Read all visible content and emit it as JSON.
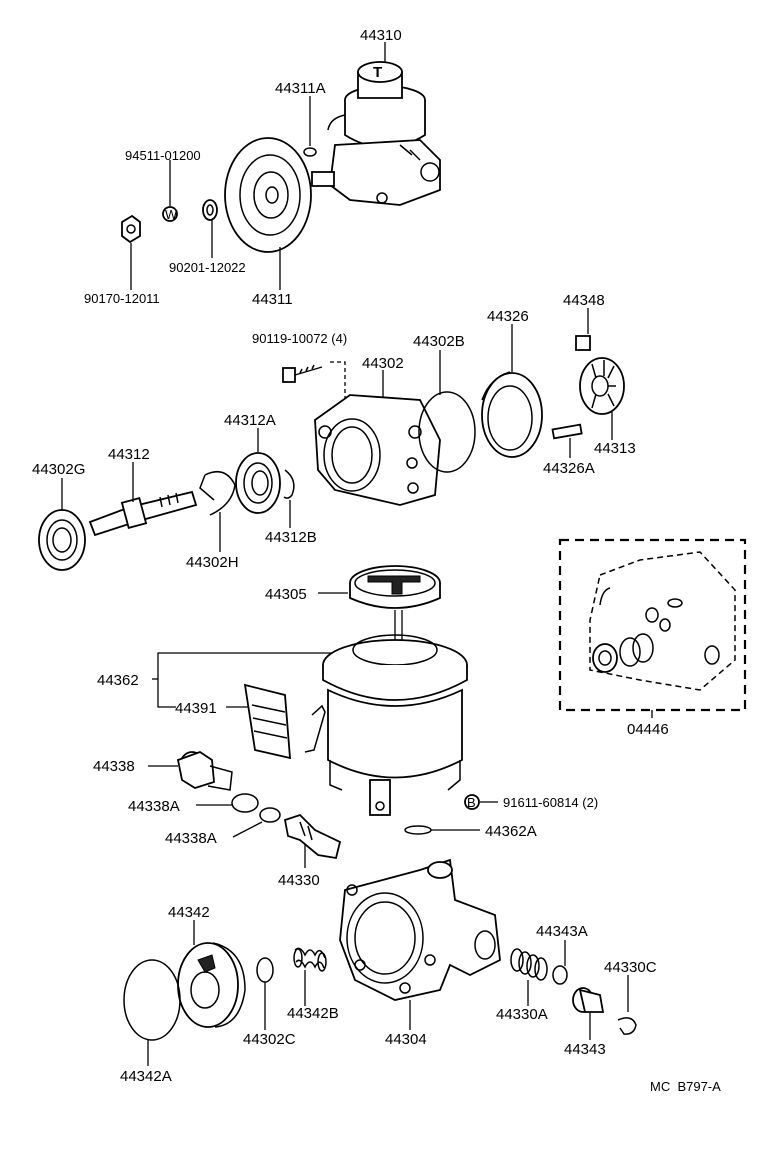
{
  "labels": {
    "p44310": "44310",
    "p44311A": "44311A",
    "p94511": "94511-01200",
    "p90201": "90201-12022",
    "p44311": "44311",
    "p90170": "90170-12011",
    "p90119": "90119-10072 (4)",
    "p44302": "44302",
    "p44302B": "44302B",
    "p44326": "44326",
    "p44348": "44348",
    "p44313": "44313",
    "p44326A": "44326A",
    "p44312A": "44312A",
    "p44312": "44312",
    "p44302G": "44302G",
    "p44312B": "44312B",
    "p44302H": "44302H",
    "p44305": "44305",
    "p44362": "44362",
    "p44391": "44391",
    "p04446": "04446",
    "p44338": "44338",
    "p44338A_1": "44338A",
    "p44338A_2": "44338A",
    "p91611": "91611-60814 (2)",
    "p44362A": "44362A",
    "p44330": "44330",
    "p44342": "44342",
    "p44343A": "44343A",
    "p44330C": "44330C",
    "p44342B": "44342B",
    "p44302C": "44302C",
    "p44304": "44304",
    "p44330A": "44330A",
    "p44343": "44343",
    "p44342A": "44342A"
  },
  "symbols": {
    "washer_mark": "W",
    "bolt_mark": "B"
  },
  "footer": {
    "code": "MC  B797-A"
  }
}
